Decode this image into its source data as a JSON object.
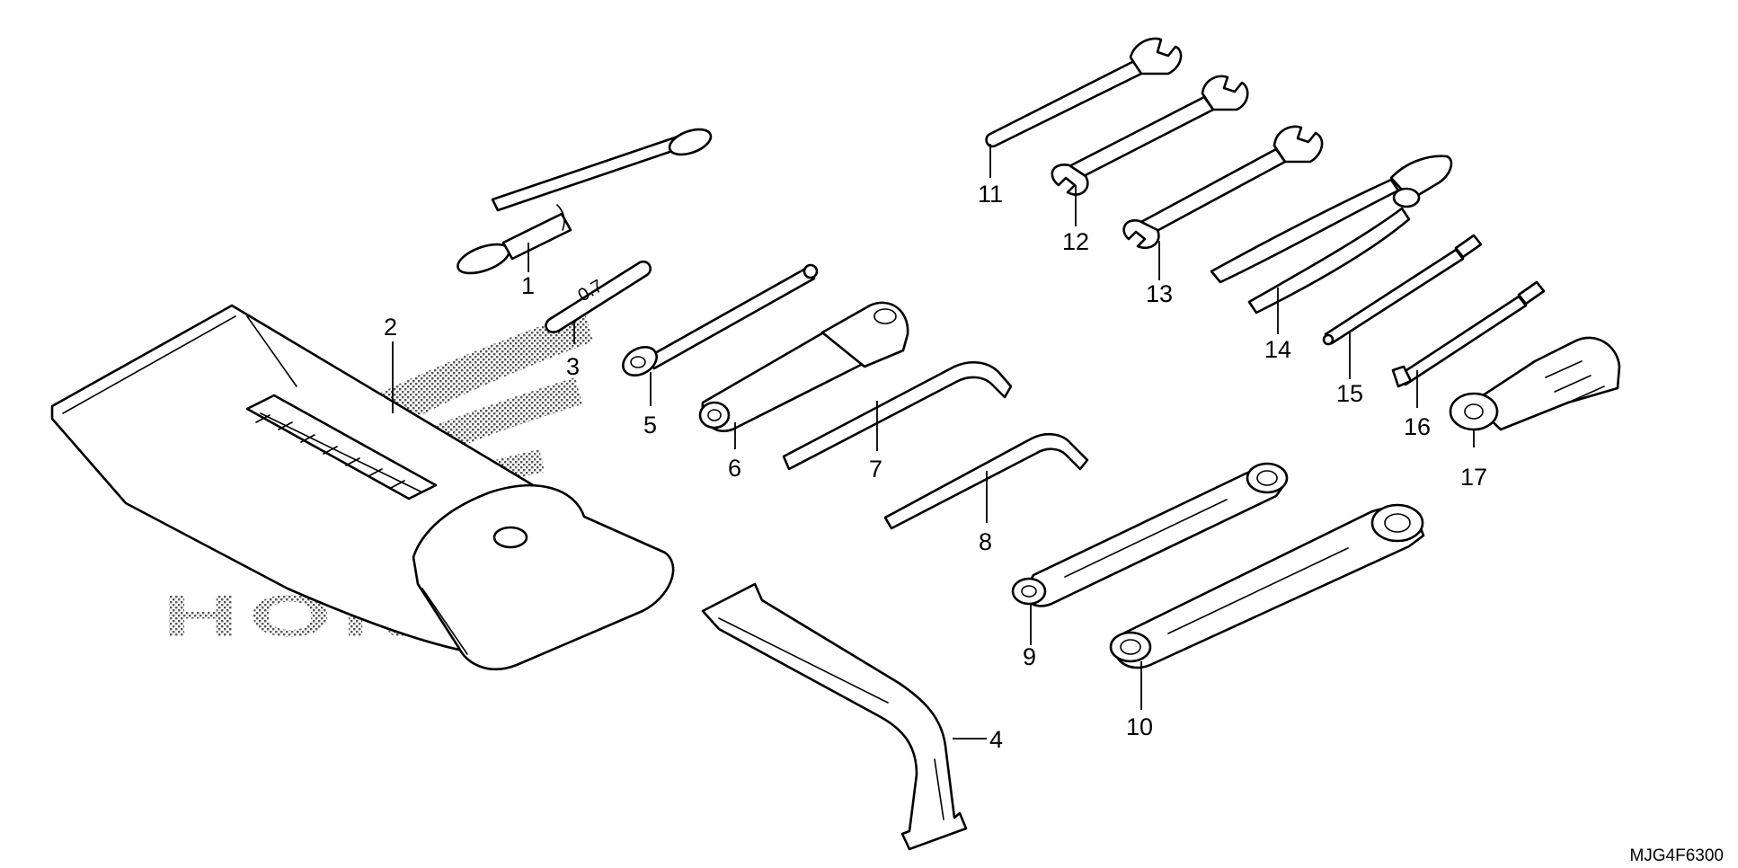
{
  "diagram": {
    "callouts": [
      {
        "id": "1",
        "text": "1"
      },
      {
        "id": "2",
        "text": "2"
      },
      {
        "id": "3",
        "text": "3"
      },
      {
        "id": "4",
        "text": "4"
      },
      {
        "id": "5",
        "text": "5"
      },
      {
        "id": "6",
        "text": "6"
      },
      {
        "id": "7",
        "text": "7"
      },
      {
        "id": "8",
        "text": "8"
      },
      {
        "id": "9",
        "text": "9"
      },
      {
        "id": "10",
        "text": "10"
      },
      {
        "id": "11",
        "text": "11"
      },
      {
        "id": "12",
        "text": "12"
      },
      {
        "id": "13",
        "text": "13"
      },
      {
        "id": "14",
        "text": "14"
      },
      {
        "id": "15",
        "text": "15"
      },
      {
        "id": "16",
        "text": "16"
      },
      {
        "id": "17",
        "text": "17"
      }
    ],
    "tool_stamp_3": "0.7",
    "watermark": "HONDA",
    "drawing_code": "MJG4F6300"
  },
  "colors": {
    "line": "#000000",
    "background": "#ffffff",
    "stipple": "#555555"
  }
}
